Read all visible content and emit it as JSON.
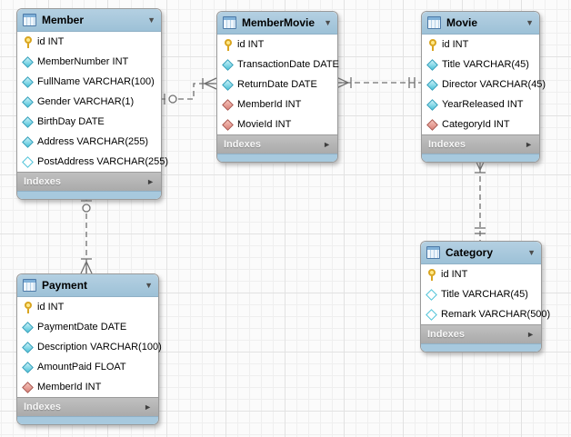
{
  "ui": {
    "indexes_label": "Indexes",
    "collapse_glyph": "▼",
    "expand_glyph": "►"
  },
  "colors": {
    "table_header": "#a7c7dc",
    "table_footer_strip": "#a7c9de",
    "indexes_bar": "#b5b5b5",
    "indexes_text": "#f7f7f7",
    "primary_key_icon": "#f0c419",
    "attribute_icon": "#4fc3d9",
    "foreign_key_icon": "#d9827a",
    "connector_line": "#707070",
    "canvas_grid_minor": "#efefef",
    "canvas_grid_major": "#e2e2e2"
  },
  "tables": [
    {
      "title": "Member",
      "columns": [
        {
          "name": "id INT",
          "icon": "primary-key-icon"
        },
        {
          "name": "MemberNumber INT",
          "icon": "attribute-notnull-icon"
        },
        {
          "name": "FullName VARCHAR(100)",
          "icon": "attribute-notnull-icon"
        },
        {
          "name": "Gender VARCHAR(1)",
          "icon": "attribute-notnull-icon"
        },
        {
          "name": "BirthDay DATE",
          "icon": "attribute-notnull-icon"
        },
        {
          "name": "Address VARCHAR(255)",
          "icon": "attribute-notnull-icon"
        },
        {
          "name": "PostAddress VARCHAR(255)",
          "icon": "attribute-nullable-icon"
        }
      ]
    },
    {
      "title": "MemberMovie",
      "columns": [
        {
          "name": "id INT",
          "icon": "primary-key-icon"
        },
        {
          "name": "TransactionDate DATE",
          "icon": "attribute-notnull-icon"
        },
        {
          "name": "ReturnDate DATE",
          "icon": "attribute-notnull-icon"
        },
        {
          "name": "MemberId INT",
          "icon": "foreign-key-icon"
        },
        {
          "name": "MovieId INT",
          "icon": "foreign-key-icon"
        }
      ]
    },
    {
      "title": "Movie",
      "columns": [
        {
          "name": "id INT",
          "icon": "primary-key-icon"
        },
        {
          "name": "Title VARCHAR(45)",
          "icon": "attribute-notnull-icon"
        },
        {
          "name": "Director VARCHAR(45)",
          "icon": "attribute-notnull-icon"
        },
        {
          "name": "YearReleased INT",
          "icon": "attribute-notnull-icon"
        },
        {
          "name": "CategoryId INT",
          "icon": "foreign-key-icon"
        }
      ]
    },
    {
      "title": "Payment",
      "columns": [
        {
          "name": "id INT",
          "icon": "primary-key-icon"
        },
        {
          "name": "PaymentDate DATE",
          "icon": "attribute-notnull-icon"
        },
        {
          "name": "Description VARCHAR(100)",
          "icon": "attribute-notnull-icon"
        },
        {
          "name": "AmountPaid FLOAT",
          "icon": "attribute-notnull-icon"
        },
        {
          "name": "MemberId INT",
          "icon": "foreign-key-icon"
        }
      ]
    },
    {
      "title": "Category",
      "columns": [
        {
          "name": "id INT",
          "icon": "primary-key-icon"
        },
        {
          "name": "Title VARCHAR(45)",
          "icon": "attribute-nullable-icon"
        },
        {
          "name": "Remark VARCHAR(500)",
          "icon": "attribute-nullable-icon"
        }
      ]
    }
  ],
  "relationships": [
    {
      "from": "Member",
      "to": "MemberMovie",
      "from_cardinality": "one-optional",
      "to_cardinality": "many",
      "line_style": "dashed"
    },
    {
      "from": "Movie",
      "to": "MemberMovie",
      "from_cardinality": "one",
      "to_cardinality": "many",
      "line_style": "dashed"
    },
    {
      "from": "Category",
      "to": "Movie",
      "from_cardinality": "one",
      "to_cardinality": "many",
      "line_style": "dashed"
    },
    {
      "from": "Member",
      "to": "Payment",
      "from_cardinality": "one-optional",
      "to_cardinality": "many",
      "line_style": "dashed"
    }
  ]
}
